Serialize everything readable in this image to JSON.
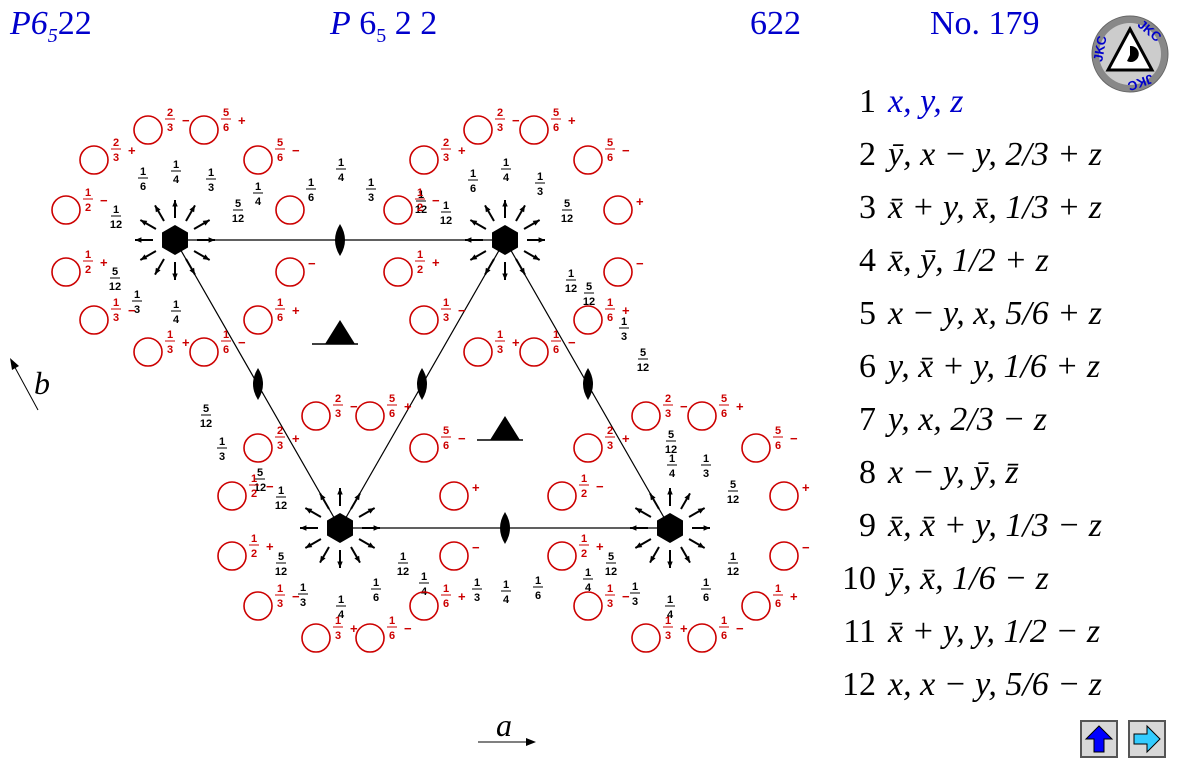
{
  "header": {
    "short_symbol_main": "P6",
    "short_symbol_sub": "5",
    "short_symbol_tail": "22",
    "full_symbol_p": "P",
    "full_symbol_main": "6",
    "full_symbol_sub": "5",
    "full_symbol_tail": "2 2",
    "point_group": "622",
    "number": "No. 179"
  },
  "logo": {
    "text": "JKC"
  },
  "coordinates": [
    {
      "n": "1",
      "text": "x, y, z"
    },
    {
      "n": "2",
      "text": "ȳ, x − y, 2/3 + z"
    },
    {
      "n": "3",
      "text": "x̄ + y, x̄, 1/3 + z"
    },
    {
      "n": "4",
      "text": "x̄, ȳ, 1/2 + z"
    },
    {
      "n": "5",
      "text": "x − y, x, 5/6 + z"
    },
    {
      "n": "6",
      "text": "y, x̄ + y, 1/6 + z"
    },
    {
      "n": "7",
      "text": "y, x, 2/3 − z"
    },
    {
      "n": "8",
      "text": "x − y, ȳ, z̄"
    },
    {
      "n": "9",
      "text": "x̄, x̄ + y, 1/3 − z"
    },
    {
      "n": "10",
      "text": "ȳ, x̄, 1/6 − z"
    },
    {
      "n": "11",
      "text": "x̄ + y, y, 1/2 − z"
    },
    {
      "n": "12",
      "text": "x, x − y, 5/6 − z"
    }
  ],
  "axes": {
    "a": "a",
    "b": "b"
  },
  "colors": {
    "header": "#0000cc",
    "circles": "#cc0000",
    "symbols": "#000000",
    "nav_arrow_up": "#0000ff",
    "nav_arrow_next": "#33ccff"
  },
  "icons": {
    "nav_up": "up-arrow-icon",
    "nav_next": "right-arrow-icon"
  }
}
